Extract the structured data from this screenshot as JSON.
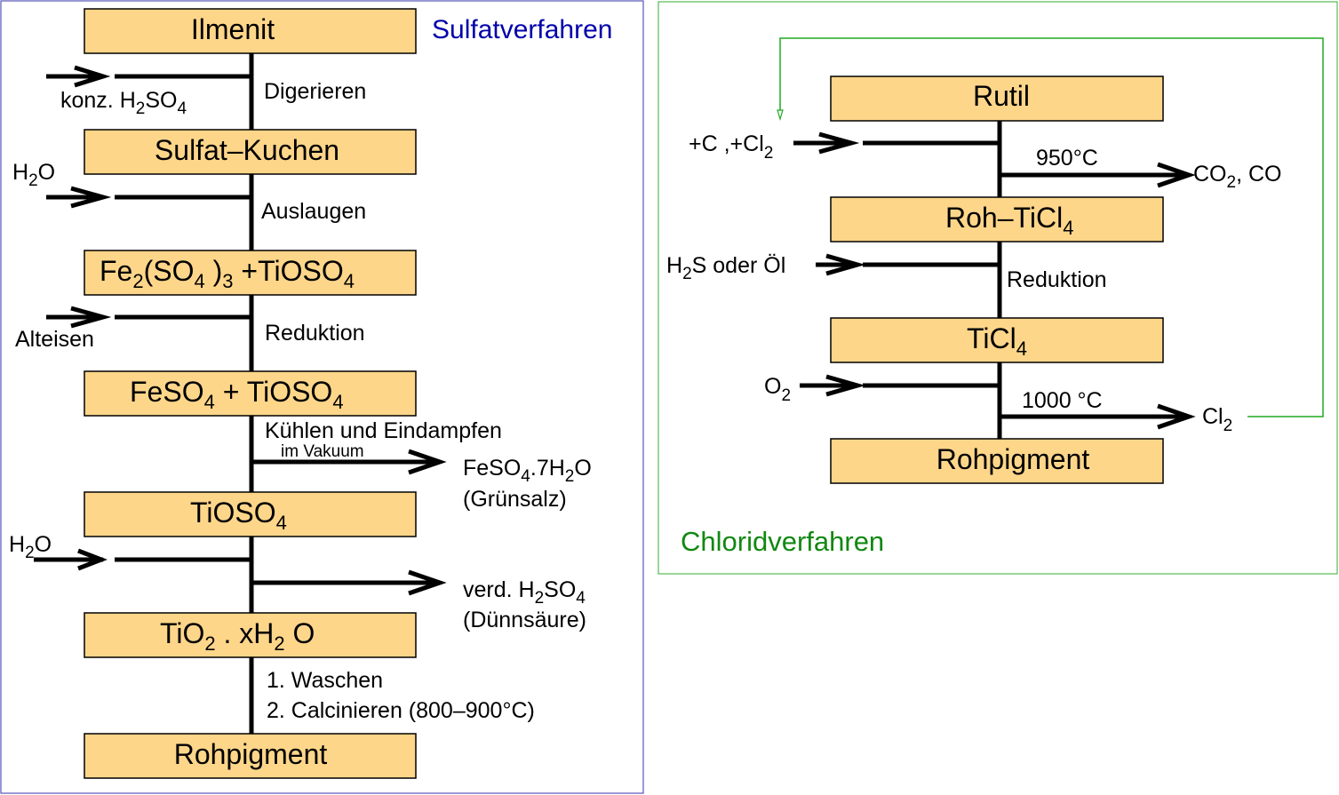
{
  "sulfat": {
    "title": "Sulfatverfahren",
    "colors": {
      "frame": "#5555bb",
      "title": "#0000aa",
      "box_fill": "#fed68a"
    },
    "boxes": [
      {
        "main": "Ilmenit"
      },
      {
        "main": "Sulfat–Kuchen"
      },
      {
        "parts": [
          "Fe",
          "2",
          "(SO",
          "4",
          " )",
          "3",
          "  +TiOSO",
          "4"
        ]
      },
      {
        "parts": [
          "FeSO",
          "4",
          "  + TiOSO",
          "4"
        ]
      },
      {
        "parts": [
          "TiOSO",
          "4"
        ]
      },
      {
        "parts": [
          "TiO",
          "2",
          " . xH",
          "2",
          " O"
        ]
      },
      {
        "main": "Rohpigment"
      }
    ],
    "steps": {
      "digerieren": "Digerieren",
      "auslaugen": "Auslaugen",
      "reduktion": "Reduktion",
      "kuehlen": "Kühlen und Eindampfen",
      "vakuum": "im Vakuum",
      "waschen": "1. Waschen",
      "calcinieren": "2. Calcinieren (800–900°C)"
    },
    "inputs": {
      "h2so4_prefix": "konz. H",
      "h2so4_sub1": "2",
      "h2so4_mid": "SO",
      "h2so4_sub2": "4",
      "h2o_1a": "H",
      "h2o_1b": "2",
      "h2o_1c": "O",
      "alteisen": "Alteisen",
      "h2o_2a": "H",
      "h2o_2b": "2",
      "h2o_2c": "O"
    },
    "outputs": {
      "gruensalz_a": "FeSO",
      "gruensalz_b": "4",
      "gruensalz_c": ".7H",
      "gruensalz_d": "2",
      "gruensalz_e": "O",
      "gruensalz_name": "(Grünsalz)",
      "duenn_a": "verd. H",
      "duenn_b": "2",
      "duenn_c": "SO",
      "duenn_d": "4",
      "duenn_name": "(Dünnsäure)"
    }
  },
  "chlorid": {
    "title": "Chloridverfahren",
    "colors": {
      "frame": "#55bb55",
      "title": "#118811",
      "recycle_line": "#22aa22"
    },
    "boxes": [
      {
        "main": "Rutil"
      },
      {
        "parts": [
          "Roh–TiCl",
          "4"
        ]
      },
      {
        "parts": [
          "TiCl",
          "4"
        ]
      },
      {
        "main": "Rohpigment"
      }
    ],
    "inputs": {
      "c_cl_a": "+C ,+Cl",
      "c_cl_b": "2",
      "h2s_a": "H",
      "h2s_b": "2",
      "h2s_c": "S oder Öl",
      "o2_a": "O",
      "o2_b": "2"
    },
    "steps": {
      "t950": "950°C",
      "reduktion": "Reduktion",
      "t1000": "1000 °C"
    },
    "outputs": {
      "co_a": "CO",
      "co_b": "2",
      "co_c": ", CO",
      "cl_a": "Cl",
      "cl_b": "2"
    }
  }
}
